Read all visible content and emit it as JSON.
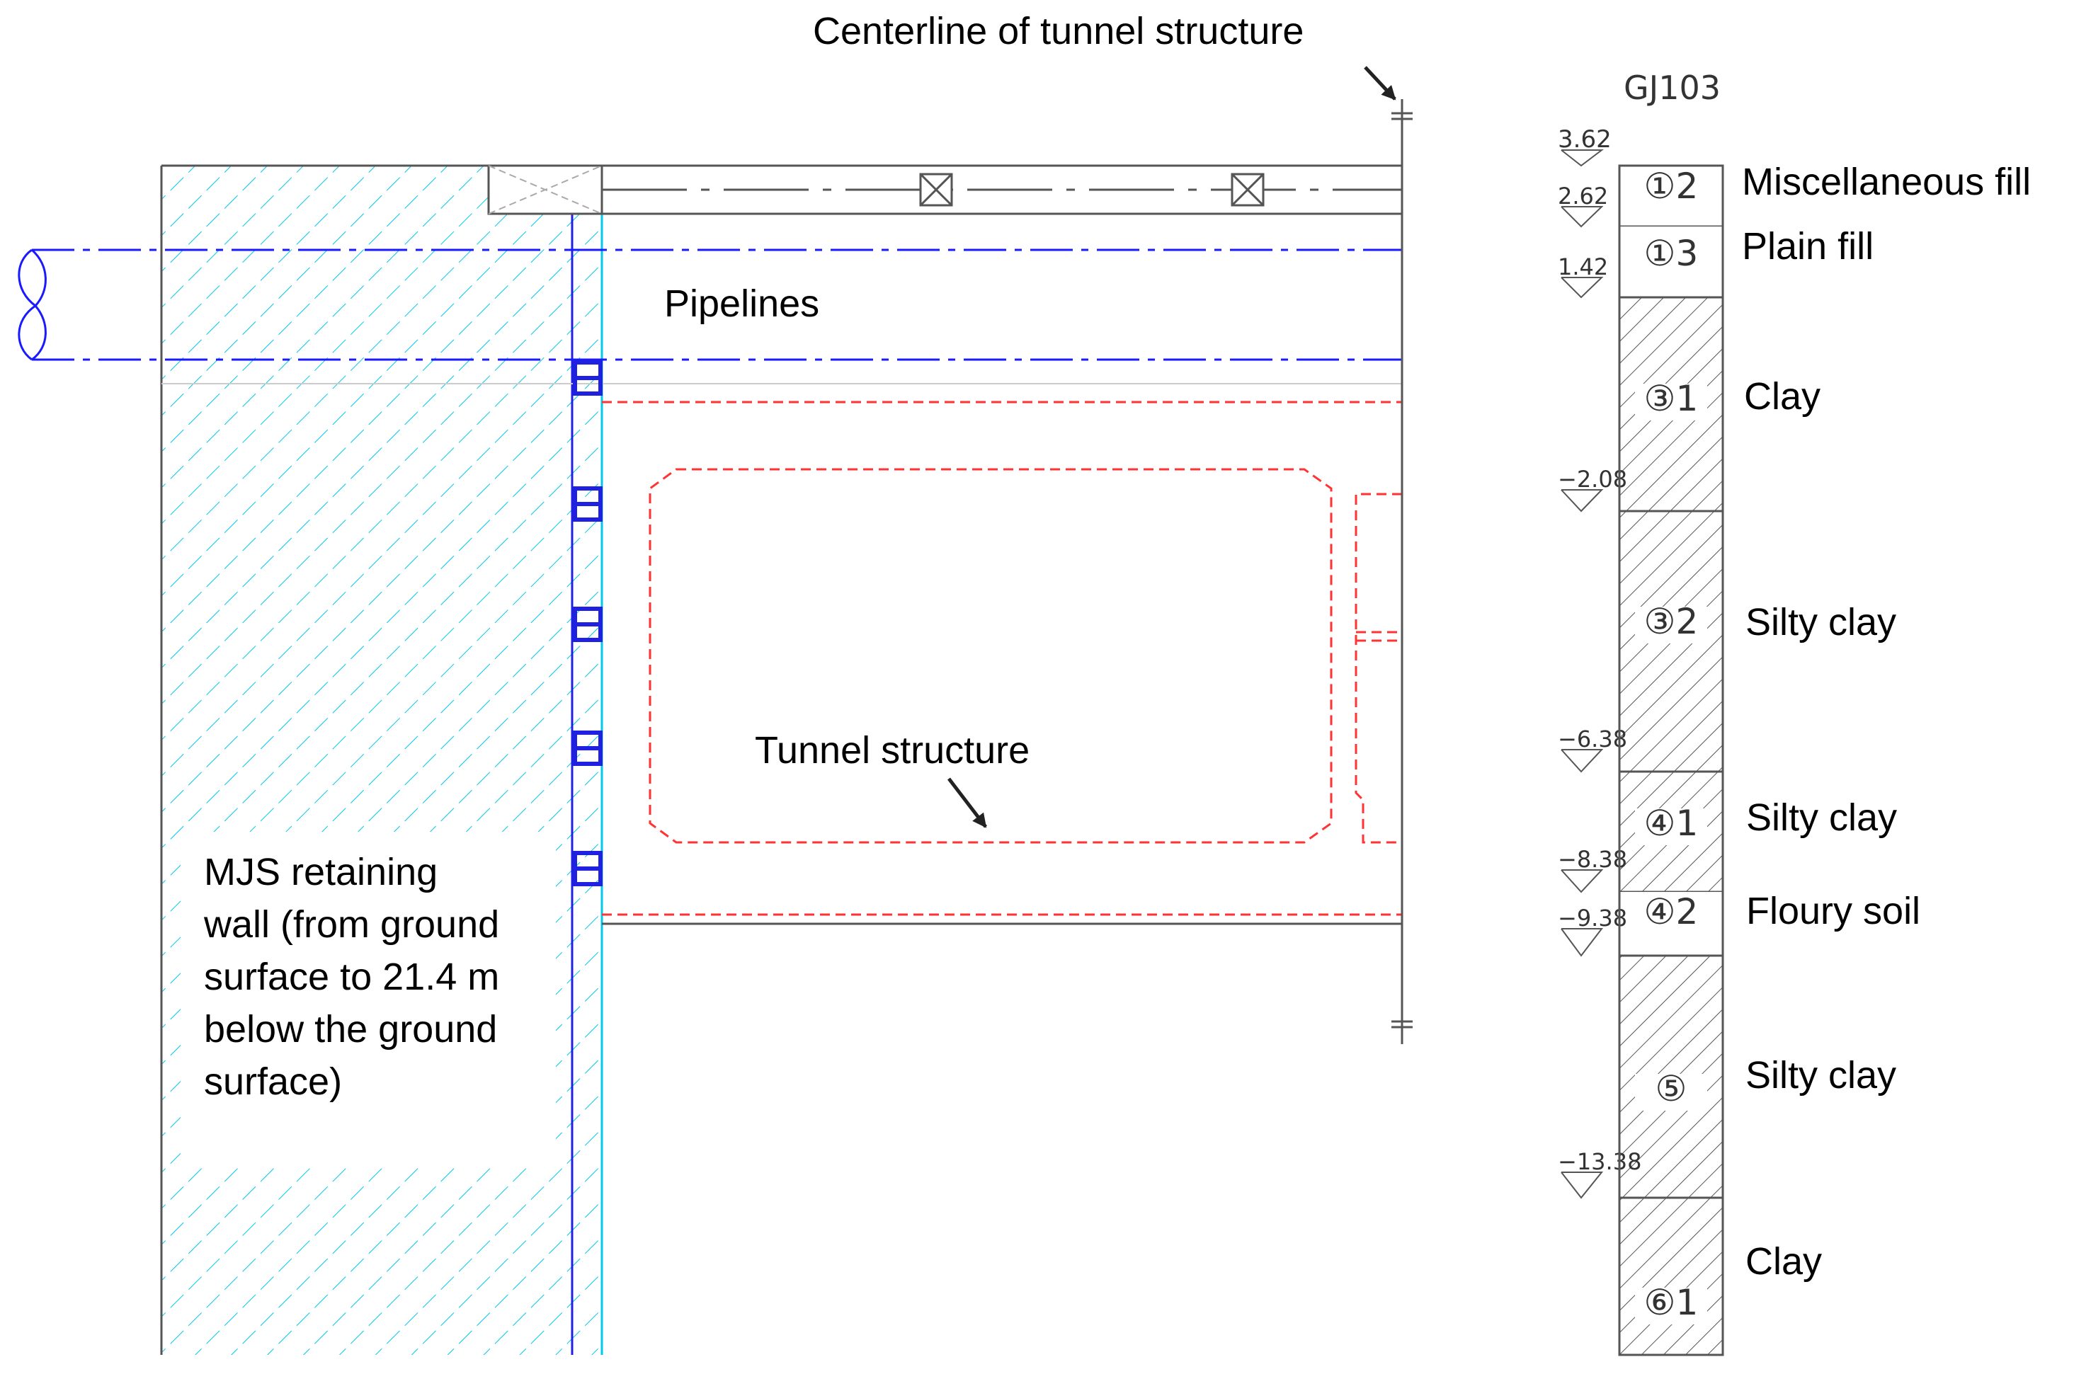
{
  "labels": {
    "centerline": "Centerline of tunnel structure",
    "pipelines": "Pipelines",
    "tunnel_structure": "Tunnel structure",
    "mjs_wall": [
      "MJS retaining",
      "wall (from ground",
      "surface to 21.4 m",
      "below the ground",
      "surface)"
    ]
  },
  "borehole": {
    "id": "GJ103",
    "top_elevation": "3.62",
    "layers": [
      {
        "code": "①2",
        "name": "Miscellaneous fill",
        "bottom_elevation": "2.62",
        "hatch": false
      },
      {
        "code": "①3",
        "name": "Plain fill",
        "bottom_elevation": "1.42",
        "hatch": false
      },
      {
        "code": "③1",
        "name": "Clay",
        "bottom_elevation": "−2.08",
        "hatch": true
      },
      {
        "code": "③2",
        "name": "Silty clay",
        "bottom_elevation": "−6.38",
        "hatch": true
      },
      {
        "code": "④1",
        "name": "Silty clay",
        "bottom_elevation": "−8.38",
        "hatch": true
      },
      {
        "code": "④2",
        "name": "Floury soil",
        "bottom_elevation": "−9.38",
        "hatch": false
      },
      {
        "code": "⑤",
        "name": "Silty clay",
        "bottom_elevation": "−13.38",
        "hatch": true
      },
      {
        "code": "⑥1",
        "name": "Clay",
        "bottom_elevation": "",
        "hatch": true
      }
    ]
  },
  "colors": {
    "wall_hatch": "#00c8e8",
    "pipeline": "#1a1aff",
    "tunnel": "#ff3333",
    "struts": "#2020e0",
    "line": "#555555",
    "text": "#000000"
  }
}
